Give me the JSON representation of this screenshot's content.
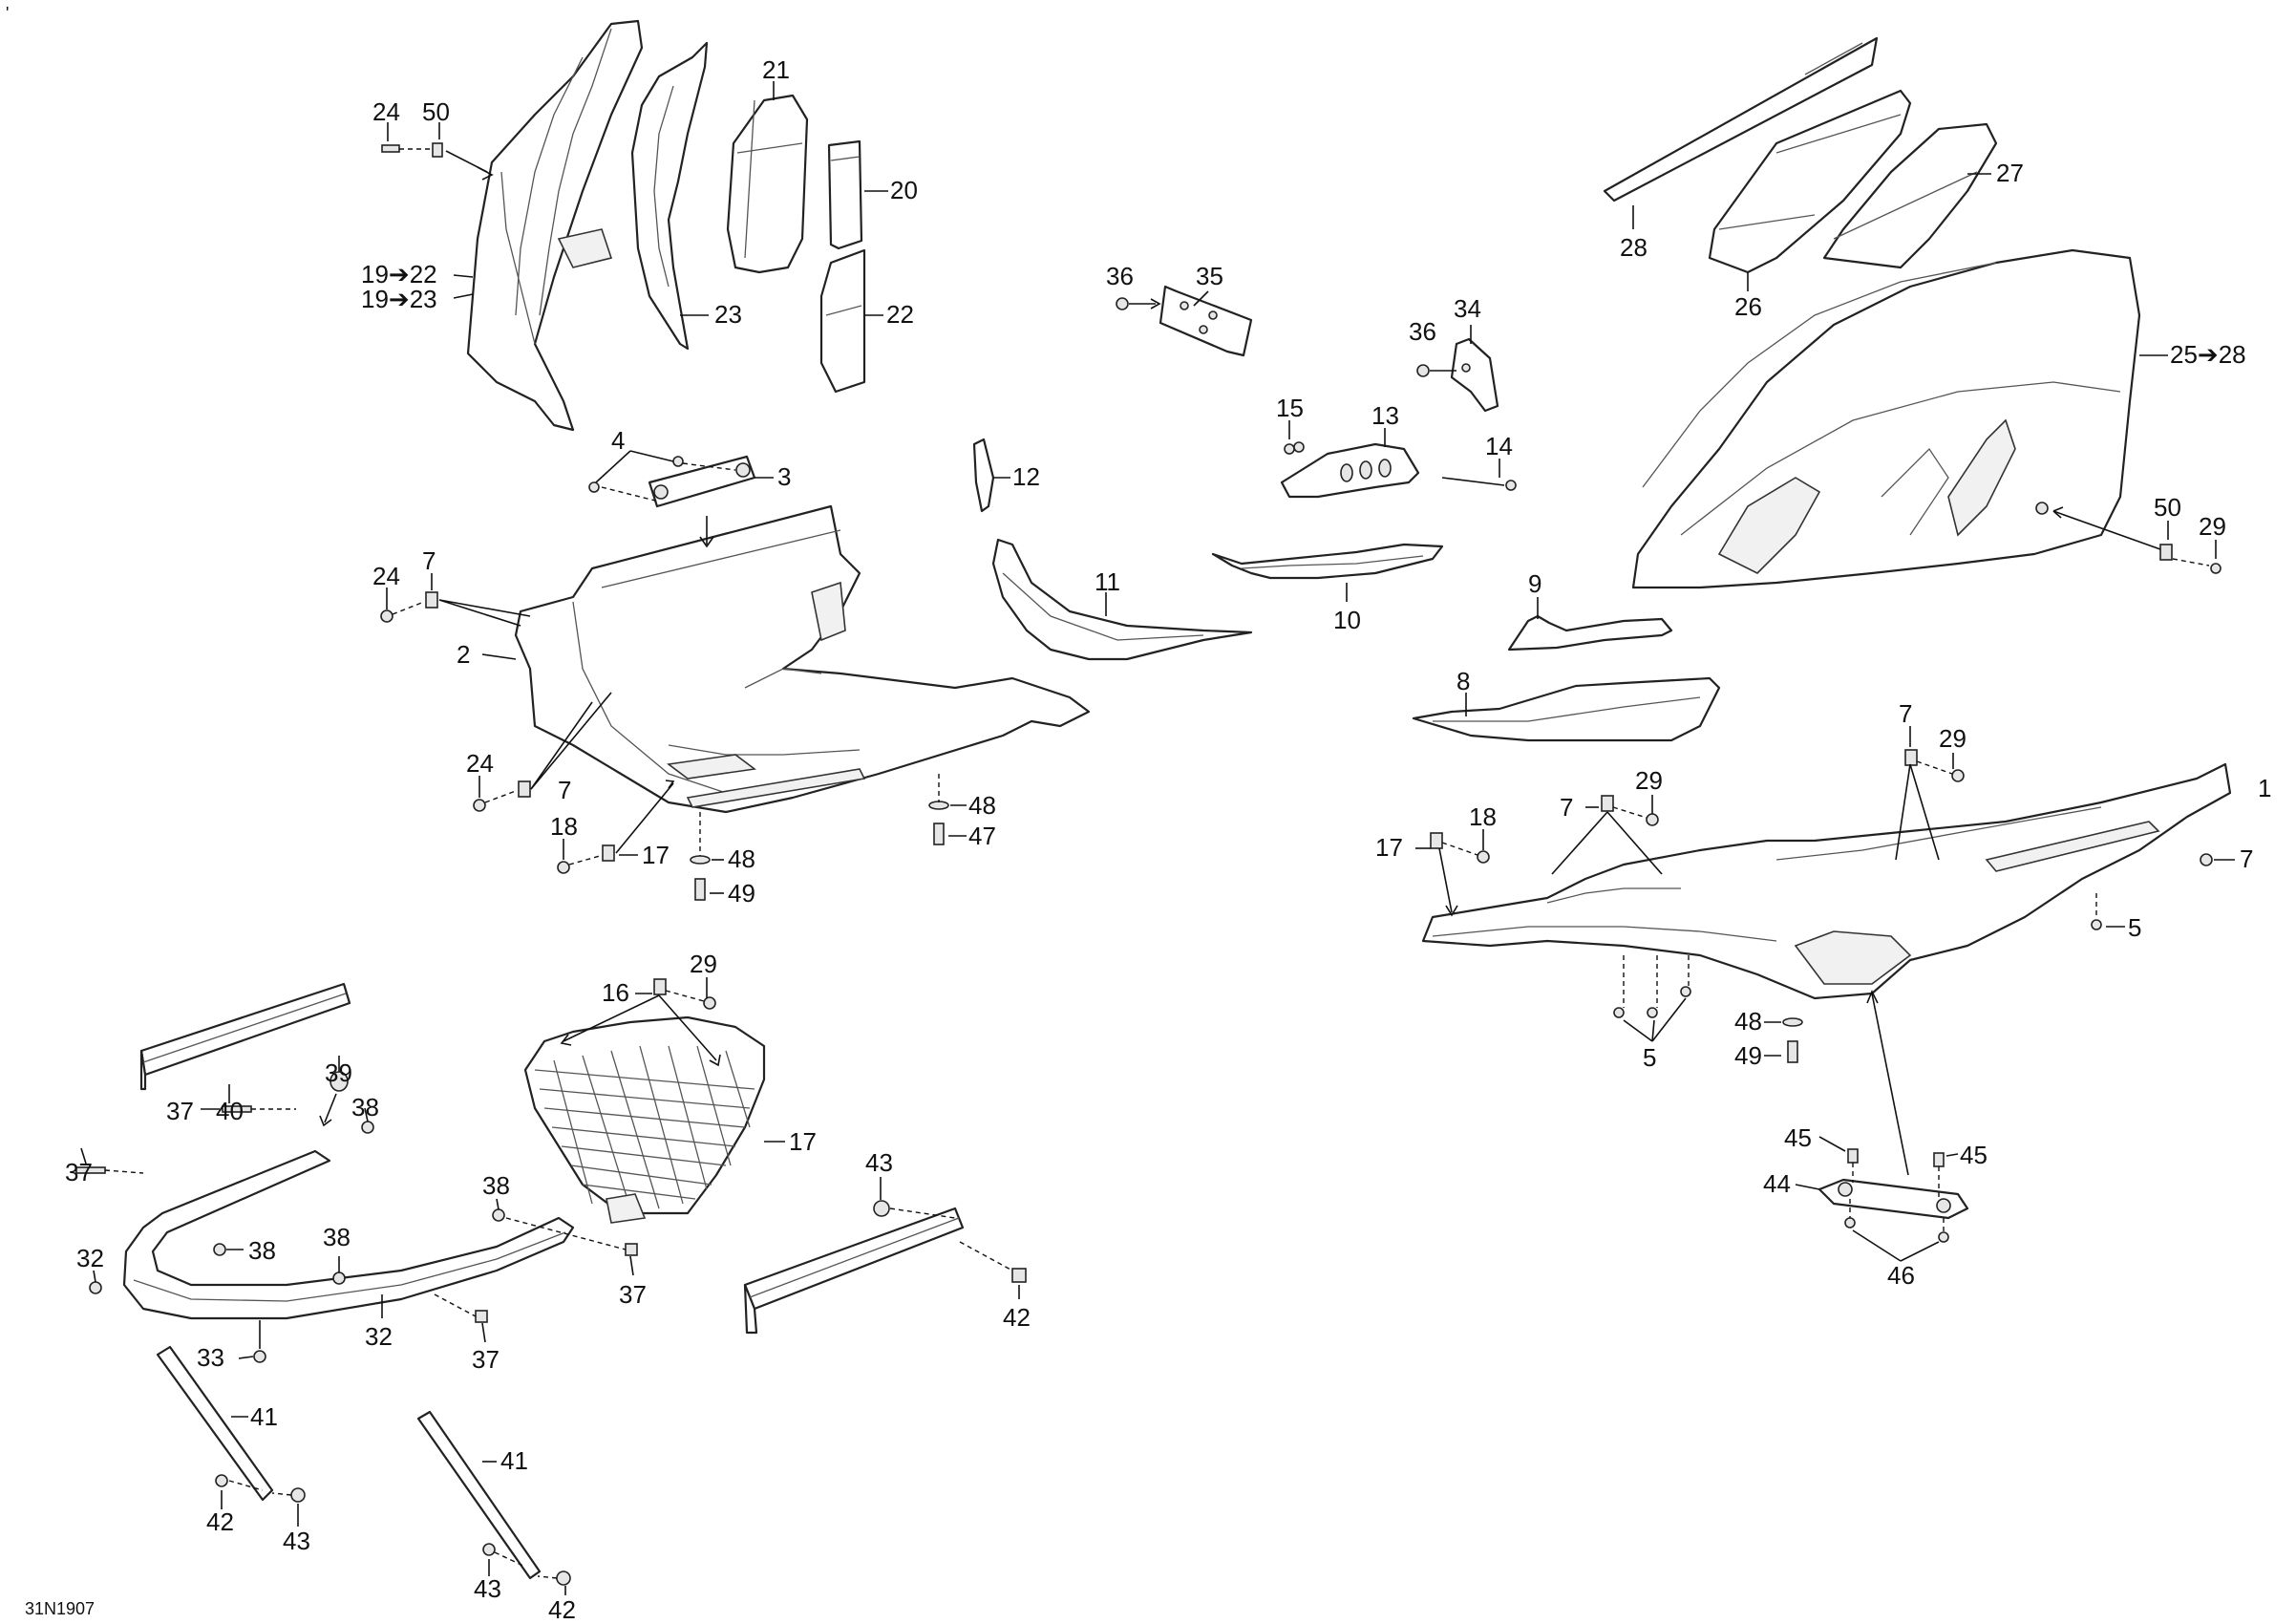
{
  "figure_code": "31N1907",
  "corner_mark": "'",
  "callouts": {
    "c24a": "24",
    "c50a": "50",
    "c21": "21",
    "c20": "20",
    "c19_22": "19➔22",
    "c19_23": "19➔23",
    "c23": "23",
    "c22": "22",
    "c4": "4",
    "c3": "3",
    "c12": "12",
    "c36a": "36",
    "c35": "35",
    "c36b": "36",
    "c34": "34",
    "c15": "15",
    "c13": "13",
    "c14": "14",
    "c28": "28",
    "c26": "26",
    "c27": "27",
    "c25_28": "25➔28",
    "c24b": "24",
    "c7a": "7",
    "c2": "2",
    "c11": "11",
    "c10": "10",
    "c9": "9",
    "c50b": "50",
    "c29a": "29",
    "c8": "8",
    "c24c": "24",
    "c7b": "7",
    "c18a": "18",
    "c17a": "17",
    "c48a": "48",
    "c47": "47",
    "c48b": "48",
    "c49a": "49",
    "c7c": "7",
    "c29b": "29",
    "c1": "1",
    "c7d": "7",
    "c29c": "29",
    "c17b": "17",
    "c18b": "18",
    "c7e": "7",
    "c5a": "5",
    "c5b": "5",
    "c48c": "48",
    "c49b": "49",
    "c16": "16",
    "c29d": "29",
    "c39": "39",
    "c40": "40",
    "c37a": "37",
    "c38a": "38",
    "c37b": "37",
    "c38b": "38",
    "c32a": "32",
    "c38c": "38",
    "c38d": "38",
    "c37c": "37",
    "c17c": "17",
    "c43a": "43",
    "c42a": "42",
    "c33": "33",
    "c32b": "32",
    "c37d": "37",
    "c41a": "41",
    "c42b": "42",
    "c43b": "43",
    "c41b": "41",
    "c43c": "43",
    "c42c": "42",
    "c45a": "45",
    "c45b": "45",
    "c44": "44",
    "c46": "46"
  }
}
